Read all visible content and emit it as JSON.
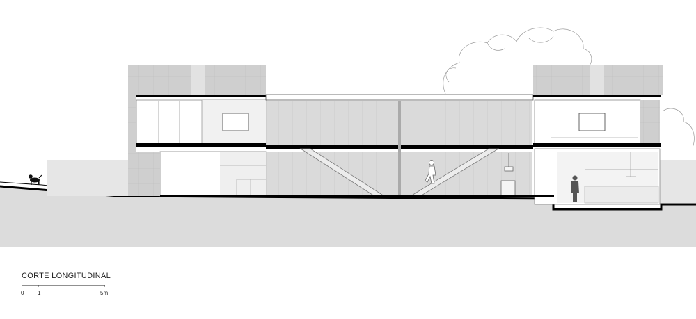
{
  "drawing": {
    "title": "CORTE LONGITUDINAL",
    "scale": {
      "labels": [
        "0",
        "1",
        "5m"
      ]
    }
  }
}
